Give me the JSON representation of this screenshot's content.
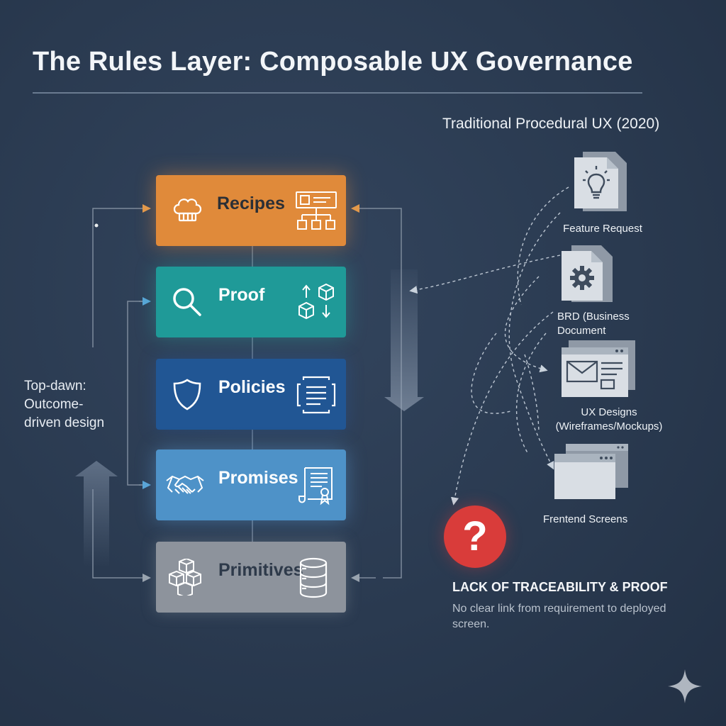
{
  "title": "The Rules Layer: Composable UX Governance",
  "side_note": "Top-dawn:\nOutcome-\ndriven design",
  "layers": [
    {
      "label": "Recipes",
      "color": "#e08a3a",
      "icon": "chef-hat-icon",
      "side_icon": "flowchart-icon"
    },
    {
      "label": "Proof",
      "color": "#1f9a98",
      "icon": "magnifier-icon",
      "side_icon": "cubes-arrows-icon"
    },
    {
      "label": "Policies",
      "color": "#215694",
      "icon": "shield-icon",
      "side_icon": "document-lines-icon"
    },
    {
      "label": "Promises",
      "color": "#4e92c8",
      "icon": "handshake-icon",
      "side_icon": "certificate-icon"
    },
    {
      "label": "Primitives",
      "color": "#8d939c",
      "icon": "blocks-icon",
      "side_icon": "database-icon"
    }
  ],
  "traditional": {
    "title": "Traditional Procedural UX (2020)",
    "items": [
      {
        "label": "Feature Request",
        "icon": "lightbulb-document-icon"
      },
      {
        "label": "BRD (Business\nDocument",
        "icon": "gear-document-icon"
      },
      {
        "label": "UX Designs\n(Wireframes/Mockups)",
        "icon": "wireframe-window-icon"
      },
      {
        "label": "Frentend Screens",
        "icon": "browser-screens-icon"
      }
    ]
  },
  "problem": {
    "icon": "question-mark",
    "title": "LACK OF TRACEABILITY & PROOF",
    "description": "No clear link from requirement to deployed screen."
  }
}
